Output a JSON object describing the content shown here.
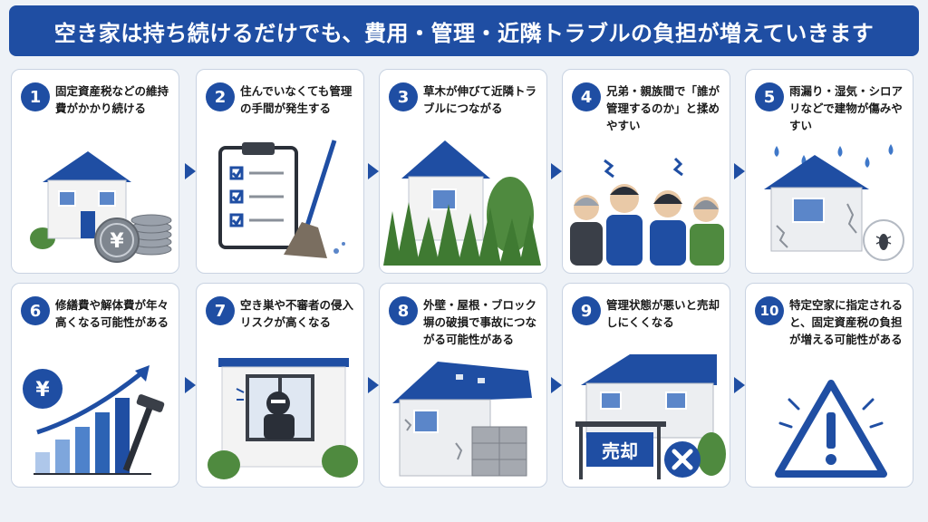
{
  "banner": {
    "title": "空き家は持ち続けるだけでも、費用・管理・近隣トラブルの負担が増えていきます"
  },
  "cards": [
    {
      "num": "1",
      "text": "固定資産税などの維持費がかかり続ける"
    },
    {
      "num": "2",
      "text": "住んでいなくても管理の手間が発生する"
    },
    {
      "num": "3",
      "text": "草木が伸びて近隣トラブルにつながる"
    },
    {
      "num": "4",
      "text": "兄弟・親族間で「誰が管理するのか」と揉めやすい"
    },
    {
      "num": "5",
      "text": "雨漏り・湿気・シロアリなどで建物が傷みやすい"
    },
    {
      "num": "6",
      "text": "修繕費や解体費が年々高くなる可能性がある"
    },
    {
      "num": "7",
      "text": "空き巣や不審者の侵入リスクが高くなる"
    },
    {
      "num": "8",
      "text": "外壁・屋根・ブロック塀の破損で事故につながる可能性がある"
    },
    {
      "num": "9",
      "text": "管理状態が悪いと売却しにくくなる"
    },
    {
      "num": "10",
      "text": "特定空家に指定されると、固定資産税の負担が増える可能性がある"
    }
  ],
  "illustrations": {
    "yen_symbol": "¥",
    "sale_sign": "売却",
    "icons": [
      "house-with-coins",
      "clipboard-checklist-broom",
      "house-overgrown-weeds",
      "arguing-family",
      "damaged-house-termite",
      "rising-cost-chart-hammer",
      "burglar-window",
      "crumbling-house-wall",
      "house-for-sale-rejected",
      "warning-triangle"
    ]
  },
  "colors": {
    "primary": "#1f4ea3",
    "card_border": "#c9d3e2",
    "background": "#eef2f7"
  }
}
